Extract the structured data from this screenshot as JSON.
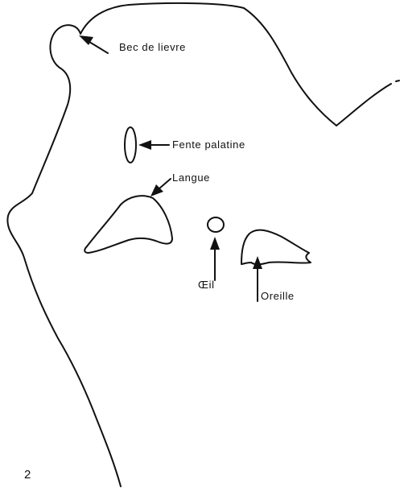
{
  "labels": {
    "bec_de_lievre": "Bec de lievre",
    "fente_palatine": "Fente palatine",
    "langue": "Langue",
    "oeil": "Œil",
    "oreille": "Oreille"
  },
  "figure_number": "2",
  "colors": {
    "ink": "#111111",
    "paper": "#ffffff"
  }
}
